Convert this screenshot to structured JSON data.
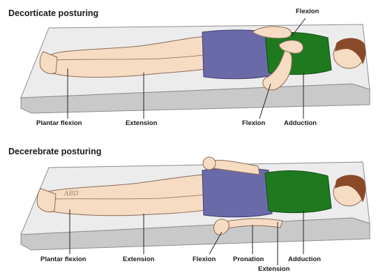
{
  "panels": [
    {
      "title": "Decorticate posturing",
      "labels": {
        "top_right": "Flexion",
        "bottom": [
          "Plantar flexion",
          "Extension",
          "Flexion",
          "Adduction"
        ]
      }
    },
    {
      "title": "Decerebrate posturing",
      "labels": {
        "bottom": [
          "Plantar flexion",
          "Extension",
          "Flexion",
          "Pronation",
          "Adduction"
        ],
        "below": "Extension"
      }
    }
  ],
  "colors": {
    "skin": "#f7dcc4",
    "skin_outline": "#8a6a55",
    "shorts": "#6b6aa8",
    "shirt": "#1f7a1f",
    "hair": "#8a4a2a",
    "mattress_top": "#ececec",
    "mattress_side": "#c9c9c9",
    "leader_line": "#222222"
  },
  "tattoo_text": "ABD"
}
